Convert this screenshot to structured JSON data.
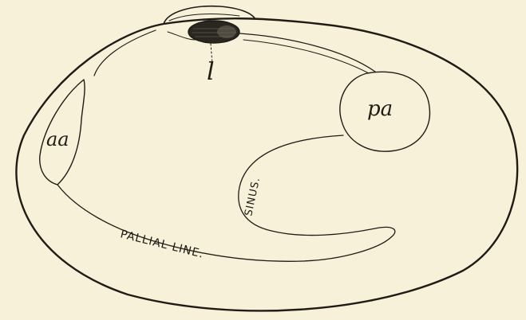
{
  "figure": {
    "labels": {
      "ligament": "l",
      "anterior_adductor": "aa",
      "posterior_adductor": "pa",
      "sinus": "SINUS.",
      "pallial_line": "PALLIAL LINE."
    }
  }
}
